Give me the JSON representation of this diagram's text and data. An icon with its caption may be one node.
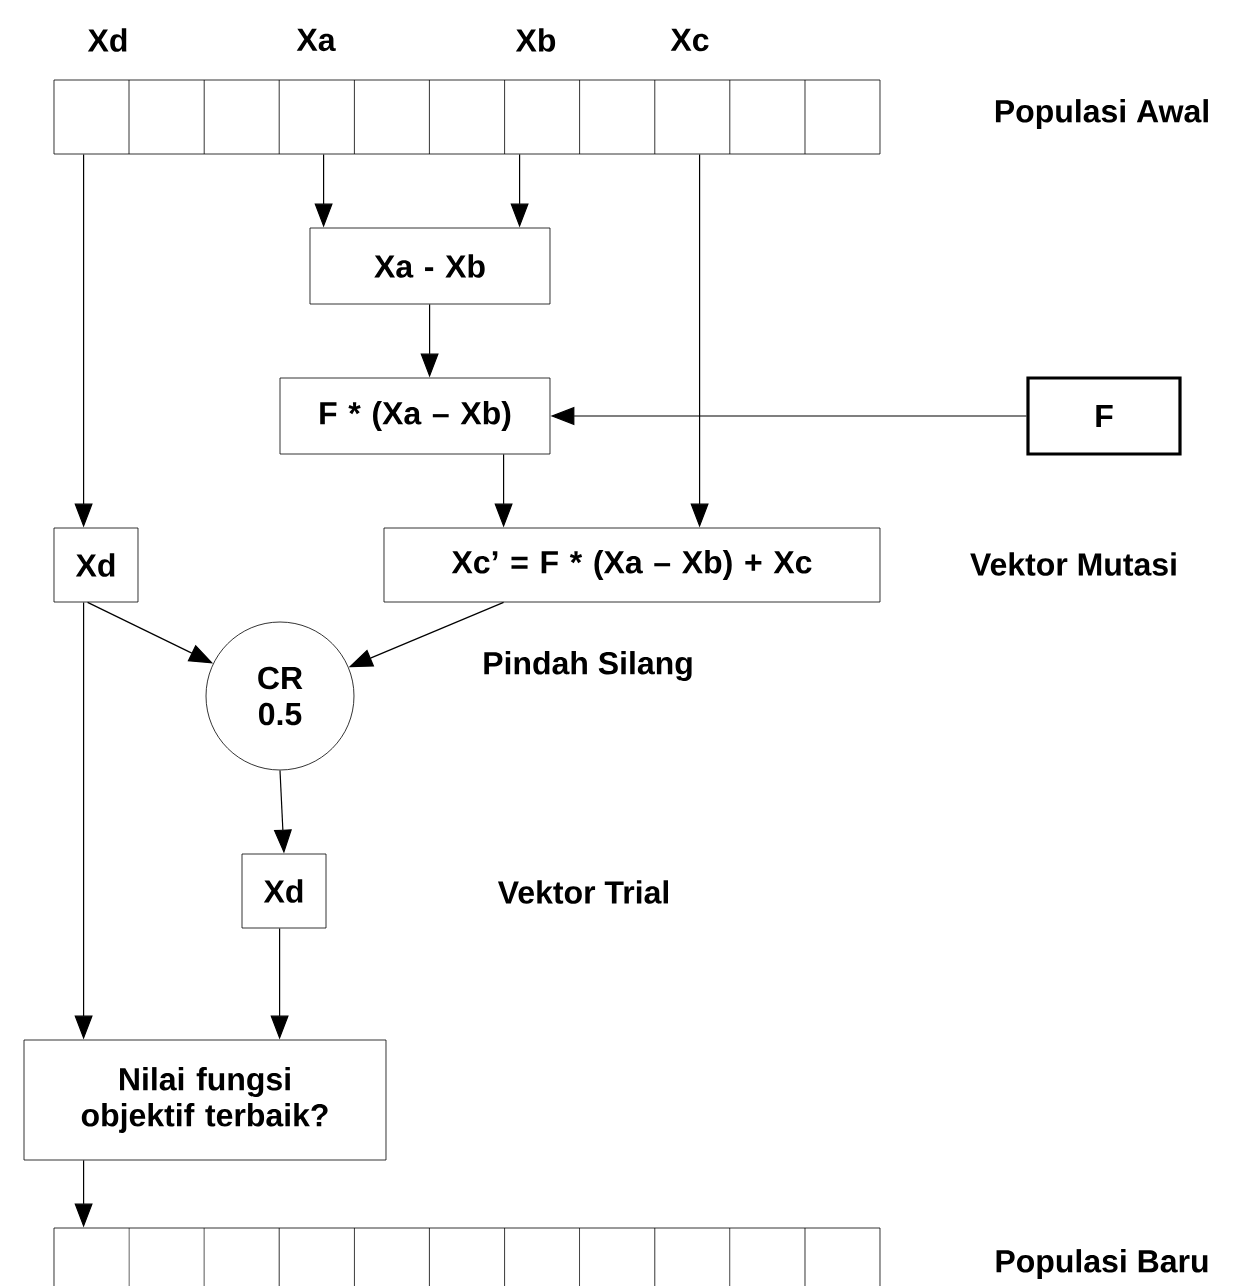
{
  "diagram": {
    "nodes": [
      {
        "text": [],
        "shape": "box"
      },
      {
        "text": [
          "Xa - Xb"
        ]
      },
      {
        "text": [
          "F * (Xa – Xb)"
        ]
      },
      {
        "text": [
          "F"
        ]
      },
      {
        "text": [
          "Xd"
        ]
      },
      {
        "text": [
          "Xc’ = F * (Xa – Xb) + Xc"
        ]
      },
      {
        "text": [
          "CR 0.5"
        ]
      },
      {
        "text": [
          "Xd"
        ]
      },
      {
        "text": [
          "Nilai fungsi objektif terbaik?"
        ]
      },
      {
        "text": [],
        "shape": "box"
      }
    ],
    "edges": [
      {
        "from": 0,
        "to": 1,
        "arrow": "to"
      },
      {
        "from": 0,
        "to": 1,
        "arrow": "to"
      },
      {
        "from": 1,
        "to": 2,
        "arrow": "to"
      },
      {
        "from": 3,
        "to": 2,
        "arrow": "to"
      },
      {
        "from": 0,
        "to": 4,
        "arrow": "to"
      },
      {
        "from": 2,
        "to": 5,
        "arrow": "to"
      },
      {
        "from": 0,
        "to": 5,
        "arrow": "to"
      },
      {
        "from": 4,
        "to": 6,
        "arrow": "to"
      },
      {
        "from": 5,
        "to": 6,
        "arrow": "to"
      },
      {
        "from": 6,
        "to": 7,
        "arrow": "to"
      },
      {
        "from": 4,
        "to": 8,
        "arrow": "to"
      },
      {
        "from": 7,
        "to": 8,
        "arrow": "to"
      },
      {
        "from": 8,
        "to": 9,
        "arrow": "to"
      }
    ],
    "labels": [
      "Xd",
      "Xa",
      "Xb",
      "Xc",
      "Populasi Awal",
      "Vektor Mutasi",
      "Pindah Silang",
      "Vektor Trial",
      "Populasi Baru"
    ]
  }
}
